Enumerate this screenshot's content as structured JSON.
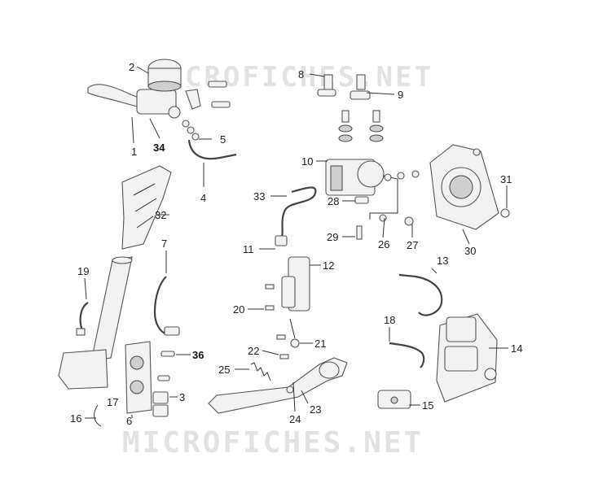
{
  "watermark": {
    "text": "MICROFICHES.NET"
  },
  "labels": {
    "l1": "1",
    "l2": "2",
    "l3": "3",
    "l4": "4",
    "l5": "5",
    "l6": "6",
    "l7": "7",
    "l8": "8",
    "l9": "9",
    "l10": "10",
    "l11": "11",
    "l12": "12",
    "l13": "13",
    "l14": "14",
    "l15": "15",
    "l16": "16",
    "l17": "17",
    "l18": "18",
    "l19": "19",
    "l20": "20",
    "l21": "21",
    "l22": "22",
    "l23": "23",
    "l24": "24",
    "l25": "25",
    "l26": "26",
    "l27": "27",
    "l28": "28",
    "l29": "29",
    "l30": "30",
    "l31": "31",
    "l32": "32",
    "l33": "33",
    "l34": "34",
    "l36": "36"
  }
}
